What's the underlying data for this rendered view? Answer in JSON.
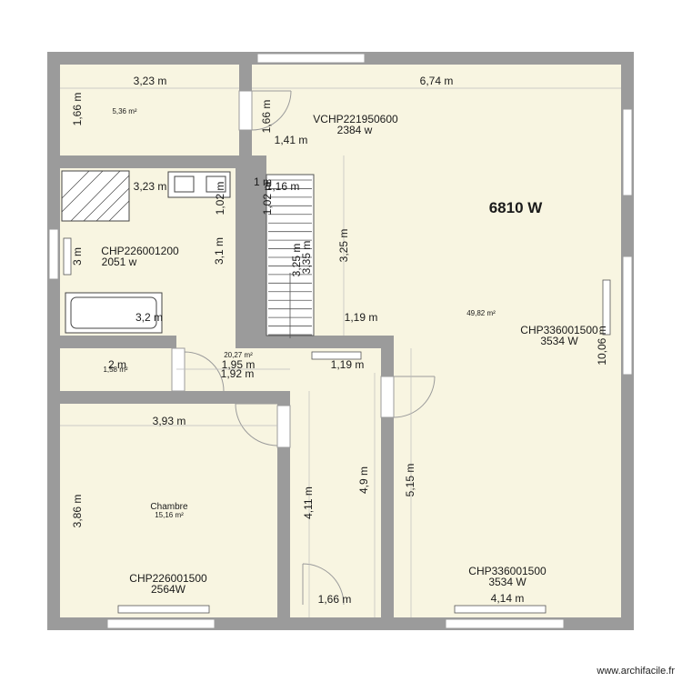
{
  "colors": {
    "floor": "#f8f5e1",
    "wall": "#9b9b9b",
    "window": "#ffffff",
    "dim_line": "#bdbdbd",
    "text": "#1a1a1a"
  },
  "plan": {
    "rooms": {
      "top_left": {
        "area": "5,36 m²",
        "dim_w": "3,23 m",
        "dim_h": "1,66 m"
      },
      "bathroom": {
        "heater_ref": "CHP226001200",
        "heater_w": "2051 w",
        "dim_w": "3,23 m",
        "dim_h": "3 m",
        "dim_h2": "3,1 m",
        "dim_bottom": "3,2 m",
        "dim_right": "1,02 m"
      },
      "wc": {
        "area": "1,58 m²",
        "dim_w": "2 m"
      },
      "chambre": {
        "name": "Chambre",
        "area": "15,16 m²",
        "heater_ref": "CHP226001500",
        "heater_w": "2564W",
        "dim_w": "3,93 m",
        "dim_h": "3,86 m"
      },
      "main": {
        "area": "49,82 m²",
        "total": "6810 W",
        "dim_w": "6,74 m",
        "dim_h": "10,06 m"
      },
      "corridor": {
        "area": "20,27 m²"
      }
    },
    "heaters": {
      "vchp": {
        "ref": "VCHP221950600",
        "w": "2384 w"
      },
      "right": {
        "ref": "CHP336001500",
        "w": "3534 W"
      },
      "bottom": {
        "ref": "CHP336001500",
        "w": "3534 W"
      }
    },
    "dims": {
      "d166b": "1,66 m",
      "d141": "1,41 m",
      "d1m": "1 m",
      "d116": "1,16 m",
      "d102b": "1,02 m",
      "d325": "3,25 m",
      "d325b": "3,25 m",
      "d335": "3,35 m",
      "d119": "1,19 m",
      "d119b": "1,19 m",
      "d195": "1,95 m",
      "d192": "1,92 m",
      "d411": "4,11 m",
      "d49": "4,9 m",
      "d515": "5,15 m",
      "d166c": "1,66 m",
      "d414": "4,14 m"
    },
    "watermark": "www.archifacile.fr"
  }
}
